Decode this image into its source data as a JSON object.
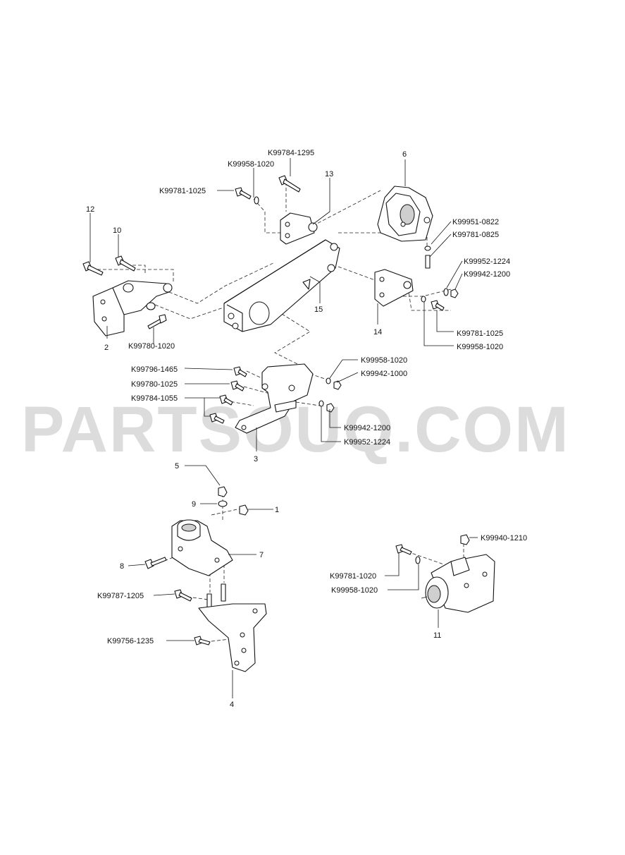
{
  "watermark": "PARTSOUQ.COM",
  "callouts": {
    "n1": "1",
    "n2": "2",
    "n3": "3",
    "n4": "4",
    "n5": "5",
    "n6": "6",
    "n7": "7",
    "n8": "8",
    "n9": "9",
    "n10": "10",
    "n11": "11",
    "n12": "12",
    "n13": "13",
    "n14": "14",
    "n15": "15"
  },
  "part_numbers": {
    "p_k99784_1295": "K99784-1295",
    "p_k99958_1020_a": "K99958-1020",
    "p_k99781_1025_a": "K99781-1025",
    "p_k99951_0822": "K99951-0822",
    "p_k99781_0825": "K99781-0825",
    "p_k99952_1224_a": "K99952-1224",
    "p_k99942_1200_a": "K99942-1200",
    "p_k99780_1020": "K99780-1020",
    "p_k99781_1025_b": "K99781-1025",
    "p_k99958_1020_b": "K99958-1020",
    "p_k99958_1020_c": "K99958-1020",
    "p_k99942_1000": "K99942-1000",
    "p_k99796_1465": "K99796-1465",
    "p_k99780_1025": "K99780-1025",
    "p_k99784_1055": "K99784-1055",
    "p_k99942_1200_b": "K99942-1200",
    "p_k99952_1224_b": "K99952-1224",
    "p_k99940_1210": "K99940-1210",
    "p_k99781_1020": "K99781-1020",
    "p_k99958_1020_d": "K99958-1020",
    "p_k99787_1205": "K99787-1205",
    "p_k99756_1235": "K99756-1235"
  }
}
